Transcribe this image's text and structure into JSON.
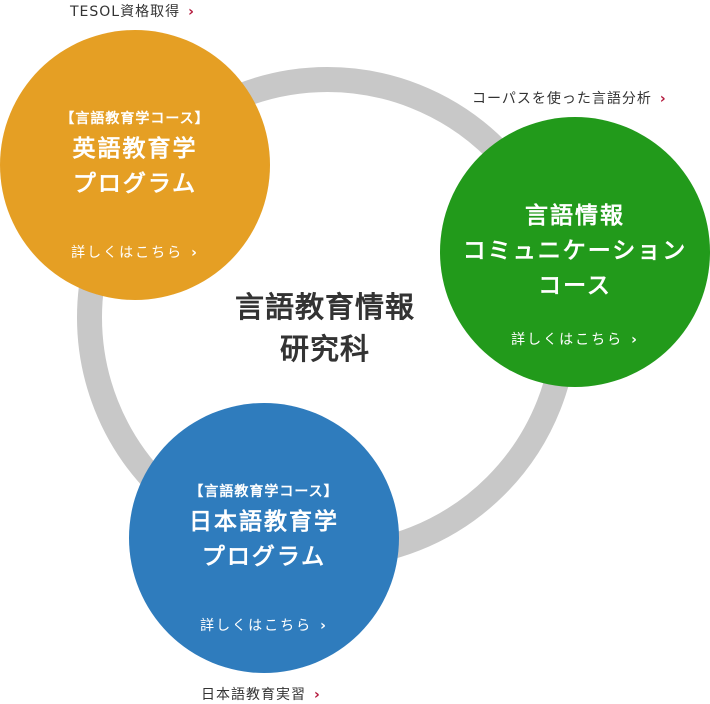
{
  "colors": {
    "ring": "#c8c8c8",
    "english": "#e59f24",
    "communication": "#229a1b",
    "japanese": "#2f7cbd",
    "link_chevron": "#b3163a",
    "center_text": "#333333"
  },
  "center": {
    "line1": "言語教育情報",
    "line2": "研究科"
  },
  "english_program": {
    "course_tag": "【言語教育学コース】",
    "title_line1": "英語教育学",
    "title_line2": "プログラム",
    "more_label": "詳しくはこちら"
  },
  "communication_course": {
    "title_line1": "言語情報",
    "title_line2": "コミュニケーション",
    "title_line3": "コース",
    "more_label": "詳しくはこちら"
  },
  "japanese_program": {
    "course_tag": "【言語教育学コース】",
    "title_line1": "日本語教育学",
    "title_line2": "プログラム",
    "more_label": "詳しくはこちら"
  },
  "external_links": {
    "tesol": "TESOL資格取得",
    "corpus": "コーパスを使った言語分析",
    "japanese_practicum": "日本語教育実習"
  },
  "icons": {
    "chevron": "chevron-right-icon"
  }
}
